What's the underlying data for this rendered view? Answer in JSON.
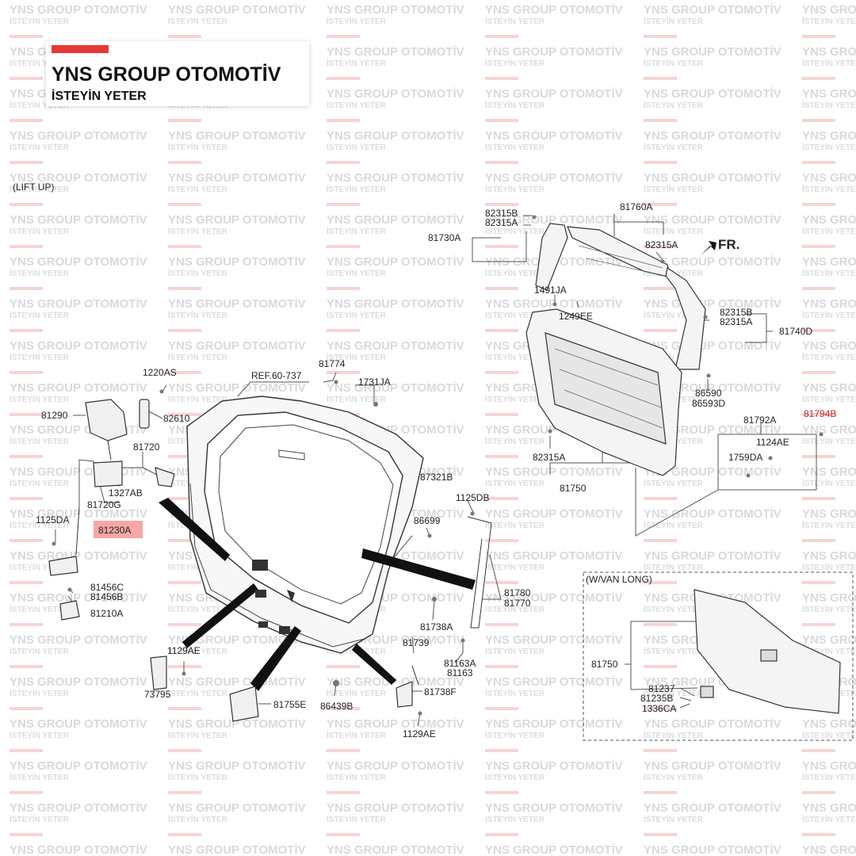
{
  "watermark": {
    "line1": "YNS GROUP OTOMOTİV",
    "line2": "İSTEYİN YETER",
    "bar_color": "#f6d4d4"
  },
  "logo": {
    "name": "YNS GROUP OTOMOTİV",
    "tagline": "İSTEYİN YETER",
    "accent_color": "#e53935"
  },
  "highlight_color": "#f7a6a6",
  "view_labels": {
    "lift_up": "(LIFT UP)",
    "van_long": "(W/VAN LONG)",
    "front": "FR.",
    "ref": "REF.60-737"
  },
  "parts": {
    "p82315B_top": "82315B",
    "p82315A_top": "82315A",
    "p81760A": "81760A",
    "p81730A": "81730A",
    "p82315A_r": "82315A",
    "p1491JA": "1491JA",
    "p1249EE": "1249EE",
    "p82315B_r": "82315B",
    "p82315A_r2": "82315A",
    "p81740D": "81740D",
    "p86590": "86590",
    "p86593D": "86593D",
    "p81792A": "81792A",
    "p81794B": "81794B",
    "p1124AE": "1124AE",
    "p1759DA": "1759DA",
    "p82315A_b": "82315A",
    "p81750_top": "81750",
    "p1220AS": "1220AS",
    "p81290": "81290",
    "p82610": "82610",
    "p81720": "81720",
    "p1327AB": "1327AB",
    "p81720G": "81720G",
    "p1125DA": "1125DA",
    "p81230A": "81230A",
    "p81774": "81774",
    "p1731JA": "1731JA",
    "p87321B": "87321B",
    "p1125DB": "1125DB",
    "p86699": "86699",
    "p81780": "81780",
    "p81770": "81770",
    "p81738A": "81738A",
    "p81739": "81739",
    "p81163A": "81163A",
    "p81163": "81163",
    "p81738F": "81738F",
    "p1129AE_b": "1129AE",
    "p86439B": "86439B",
    "p81755E": "81755E",
    "p1129AE_l": "1129AE",
    "p73795": "73795",
    "p81456C": "81456C",
    "p81456B": "81456B",
    "p81210A": "81210A",
    "p81750_van": "81750",
    "p81237": "81237",
    "p81235B": "81235B",
    "p1336CA": "1336CA"
  }
}
